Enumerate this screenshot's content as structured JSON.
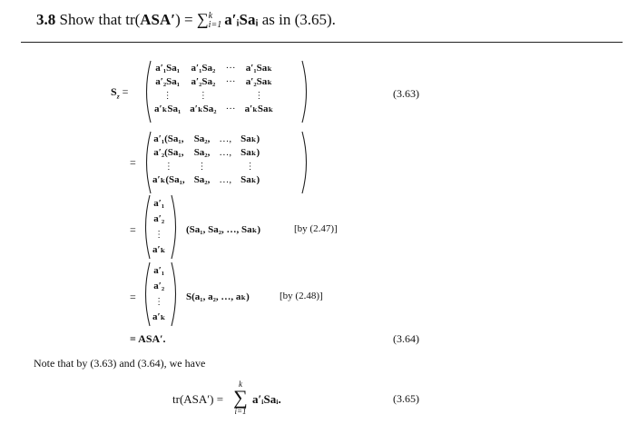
{
  "header": {
    "problem_number": "3.8",
    "statement_prefix": "Show that tr(",
    "statement_bold": "ASA′",
    "statement_mid": ") = ",
    "sum_limits": "∑",
    "sum_upper": "k",
    "sum_lower": "i=1",
    "statement_terms": "a′ᵢSaᵢ",
    "statement_suffix": "as in (3.65)."
  },
  "equations": {
    "eq1_lhs": "S",
    "eq1_lhs_sub": "z",
    "eq1_number": "(3.63)",
    "matrix1": [
      [
        "a′₁Sa₁",
        "a′₁Sa₂",
        "···",
        "a′₁Saₖ"
      ],
      [
        "a′₂Sa₁",
        "a′₂Sa₂",
        "···",
        "a′₂Saₖ"
      ],
      [
        "⋮",
        "⋮",
        "",
        "⋮"
      ],
      [
        "a′ₖSa₁",
        "a′ₖSa₂",
        "···",
        "a′ₖSaₖ"
      ]
    ],
    "matrix2": [
      [
        "a′₁(Sa₁,",
        "Sa₂,",
        "…,",
        "Saₖ)"
      ],
      [
        "a′₂(Sa₁,",
        "Sa₂,",
        "…,",
        "Saₖ)"
      ],
      [
        "⋮",
        "⋮",
        "",
        "⋮"
      ],
      [
        "a′ₖ(Sa₁,",
        "Sa₂,",
        "…,",
        "Saₖ)"
      ]
    ],
    "column_vector": [
      "a′₁",
      "a′₂",
      "⋮",
      "a′ₖ"
    ],
    "row3_product": "(Sa₁, Sa₂, …, Saₖ)",
    "row3_ref": "[by (2.47)]",
    "row4_product": "S(a₁, a₂, …, aₖ)",
    "row4_ref": "[by (2.48)]",
    "final_text": "= ASA′.",
    "final_number": "(3.64)",
    "equals": "="
  },
  "note": {
    "text": "Note that by (3.63) and (3.64), we have"
  },
  "final_equation": {
    "lhs": "tr(ASA′) = ",
    "sum_symbol": "∑",
    "upper": "k",
    "lower": "i=1",
    "terms": "a′ᵢSaᵢ.",
    "number": "(3.65)"
  }
}
